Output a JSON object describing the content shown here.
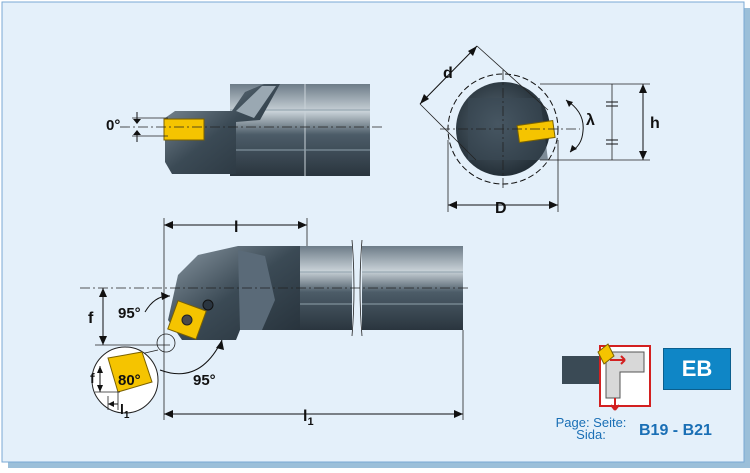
{
  "labels": {
    "top_angle": "0°",
    "d": "d",
    "lambda": "λ",
    "h": "h",
    "D": "D",
    "l": "l",
    "f": "f",
    "angle_95_upper": "95°",
    "angle_80": "80°",
    "angle_95_lower": "95°",
    "f_small": "f",
    "l1_small": "l",
    "l1_small_sub": "1",
    "l1": "l",
    "l1_sub": "1"
  },
  "badge": {
    "code": "EB"
  },
  "page_reference": {
    "label_line1": "Page: Seite:",
    "label_line2": "Sida:",
    "pages": "B19 - B21"
  },
  "colors": {
    "card_background": "#e4f0fa",
    "card_border": "#7aa9d4",
    "tool_body": "#3a4a55",
    "insert_yellow": "#f5c400",
    "badge_blue": "#0f86c6",
    "text_blue": "#1a6fb5"
  }
}
